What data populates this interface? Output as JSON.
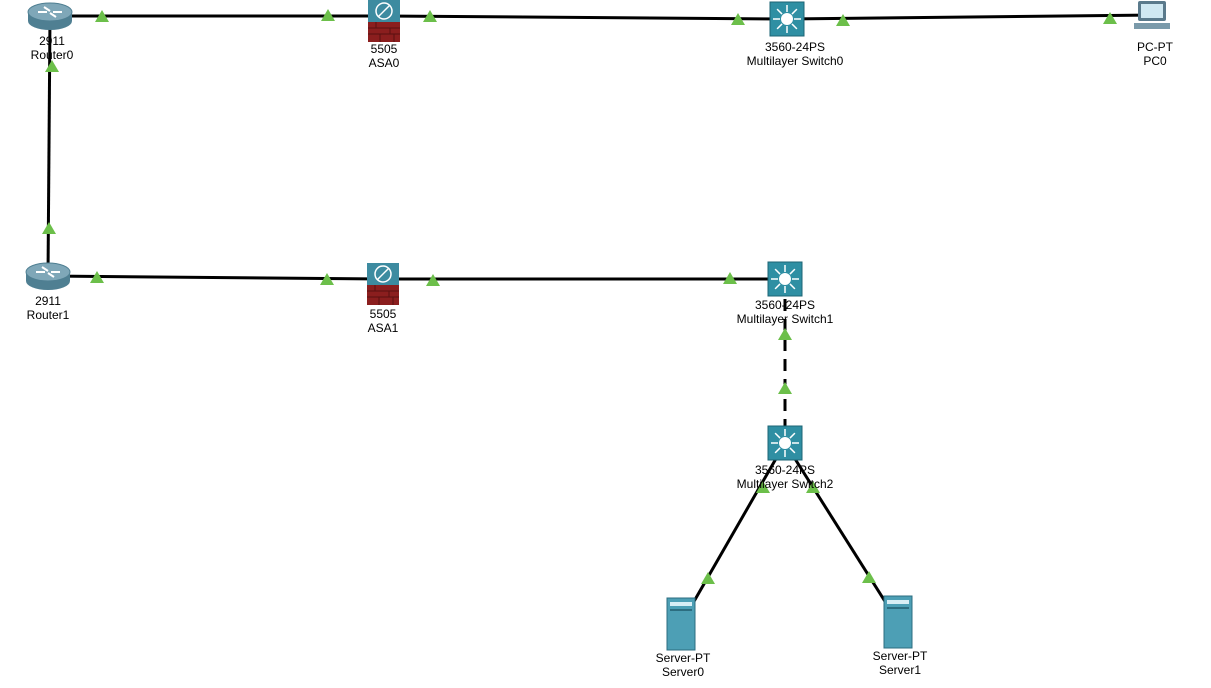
{
  "colors": {
    "link": "#000000",
    "link_up_indicator": "#6cbf4a",
    "router": "#7fa7b8",
    "switch": "#2f8fa3",
    "asa_wall": "#8b1e1e",
    "server": "#4d9fb5"
  },
  "devices": [
    {
      "id": "router0",
      "icon": "router-icon",
      "model": "2911",
      "name": "Router0"
    },
    {
      "id": "asa0",
      "icon": "firewall-icon",
      "model": "5505",
      "name": "ASA0"
    },
    {
      "id": "mls0",
      "icon": "multilayer-switch-icon",
      "model": "3560-24PS",
      "name": "Multilayer Switch0"
    },
    {
      "id": "pc0",
      "icon": "pc-icon",
      "model": "PC-PT",
      "name": "PC0"
    },
    {
      "id": "router1",
      "icon": "router-icon",
      "model": "2911",
      "name": "Router1"
    },
    {
      "id": "asa1",
      "icon": "firewall-icon",
      "model": "5505",
      "name": "ASA1"
    },
    {
      "id": "mls1",
      "icon": "multilayer-switch-icon",
      "model": "3560-24PS",
      "name": "Multilayer Switch1"
    },
    {
      "id": "mls2",
      "icon": "multilayer-switch-icon",
      "model": "3560-24PS",
      "name": "Multilayer Switch2"
    },
    {
      "id": "server0",
      "icon": "server-icon",
      "model": "Server-PT",
      "name": "Server0"
    },
    {
      "id": "server1",
      "icon": "server-icon",
      "model": "Server-PT",
      "name": "Server1"
    }
  ],
  "links": [
    {
      "from": "router0",
      "to": "asa0",
      "style": "solid"
    },
    {
      "from": "asa0",
      "to": "mls0",
      "style": "solid"
    },
    {
      "from": "mls0",
      "to": "pc0",
      "style": "solid"
    },
    {
      "from": "router0",
      "to": "router1",
      "style": "solid"
    },
    {
      "from": "router1",
      "to": "asa1",
      "style": "solid"
    },
    {
      "from": "asa1",
      "to": "mls1",
      "style": "solid"
    },
    {
      "from": "mls1",
      "to": "mls2",
      "style": "dashed"
    },
    {
      "from": "mls2",
      "to": "server0",
      "style": "solid"
    },
    {
      "from": "mls2",
      "to": "server1",
      "style": "solid"
    }
  ]
}
